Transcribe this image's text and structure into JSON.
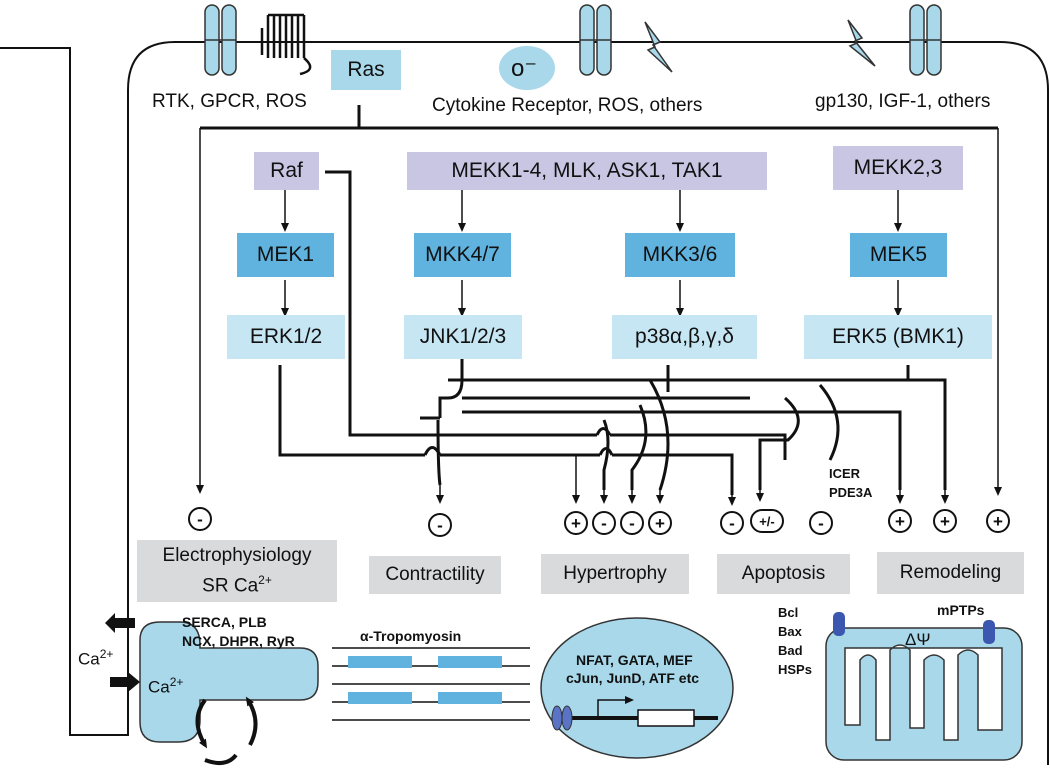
{
  "receptors": {
    "left": "RTK, GPCR, ROS",
    "middle": "Cytokine Receptor, ROS, others",
    "right": "gp130, IGF-1, others",
    "ros_symbol": "o⁻"
  },
  "nodes": {
    "ras": "Ras",
    "raf": "Raf",
    "mekk_group": "MEKK1-4, MLK, ASK1, TAK1",
    "mekk23": "MEKK2,3",
    "mek1": "MEK1",
    "mkk47": "MKK4/7",
    "mkk36": "MKK3/6",
    "mek5": "MEK5",
    "erk12": "ERK1/2",
    "jnk": "JNK1/2/3",
    "p38": "p38α,β,γ,δ",
    "erk5": "ERK5 (BMK1)"
  },
  "outcomes": {
    "electrophysiology_line1": "Electrophysiology",
    "electrophysiology_line2": "SR Ca",
    "contractility": "Contractility",
    "hypertrophy": "Hypertrophy",
    "apoptosis": "Apoptosis",
    "remodeling": "Remodeling"
  },
  "signs": {
    "electro": "-",
    "contract": "-",
    "hyp1": "+",
    "hyp2": "-",
    "hyp3": "-",
    "hyp4": "+",
    "apo1": "-",
    "apo2": "+/-",
    "apo3": "-",
    "rem1": "+",
    "rem2": "+",
    "rem3": "+"
  },
  "annotations": {
    "icer": "ICER",
    "pde3a": "PDE3A",
    "ca_superscript": "2+",
    "ca_outside": "Ca",
    "ca_sr": "Ca"
  },
  "sr_labels": {
    "line1": "SERCA, PLB",
    "line2": "NCX, DHPR, RyR"
  },
  "sarcomere": {
    "label": "α-Tropomyosin"
  },
  "nucleus": {
    "line1": "NFAT, GATA, MEF",
    "line2": "cJun, JunD, ATF etc"
  },
  "mito": {
    "bcl": "Bcl",
    "bax": "Bax",
    "bad": "Bad",
    "hsps": "HSPs",
    "mptps": "mPTPs",
    "delta_psi": "ΔΨ"
  }
}
